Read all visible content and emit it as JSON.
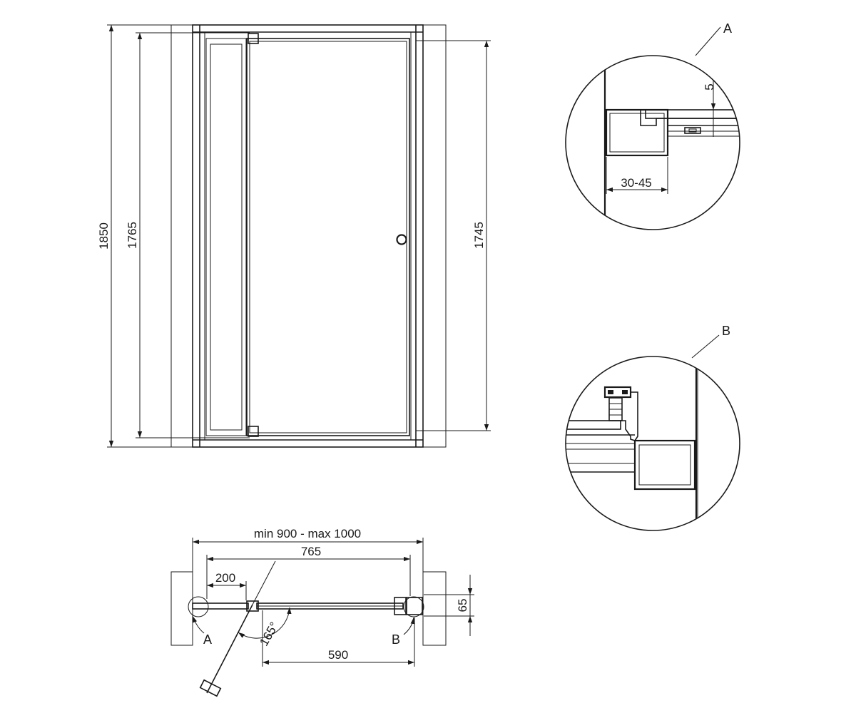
{
  "front_view": {
    "dim_total_height": "1850",
    "dim_door_height": "1765",
    "dim_panel_height": "1745"
  },
  "detail_a": {
    "label": "A",
    "dim_gap": "5",
    "dim_adjust": "30-45"
  },
  "detail_b": {
    "label": "B"
  },
  "plan_view": {
    "dim_width_range": "min 900 - max 1000",
    "dim_door_width": "765",
    "dim_fixed_width": "200",
    "dim_opening": "590",
    "dim_depth": "65",
    "dim_angle": "165°",
    "callout_a": "A",
    "callout_b": "B"
  },
  "colors": {
    "line": "#1a1a1a",
    "background": "#ffffff"
  }
}
